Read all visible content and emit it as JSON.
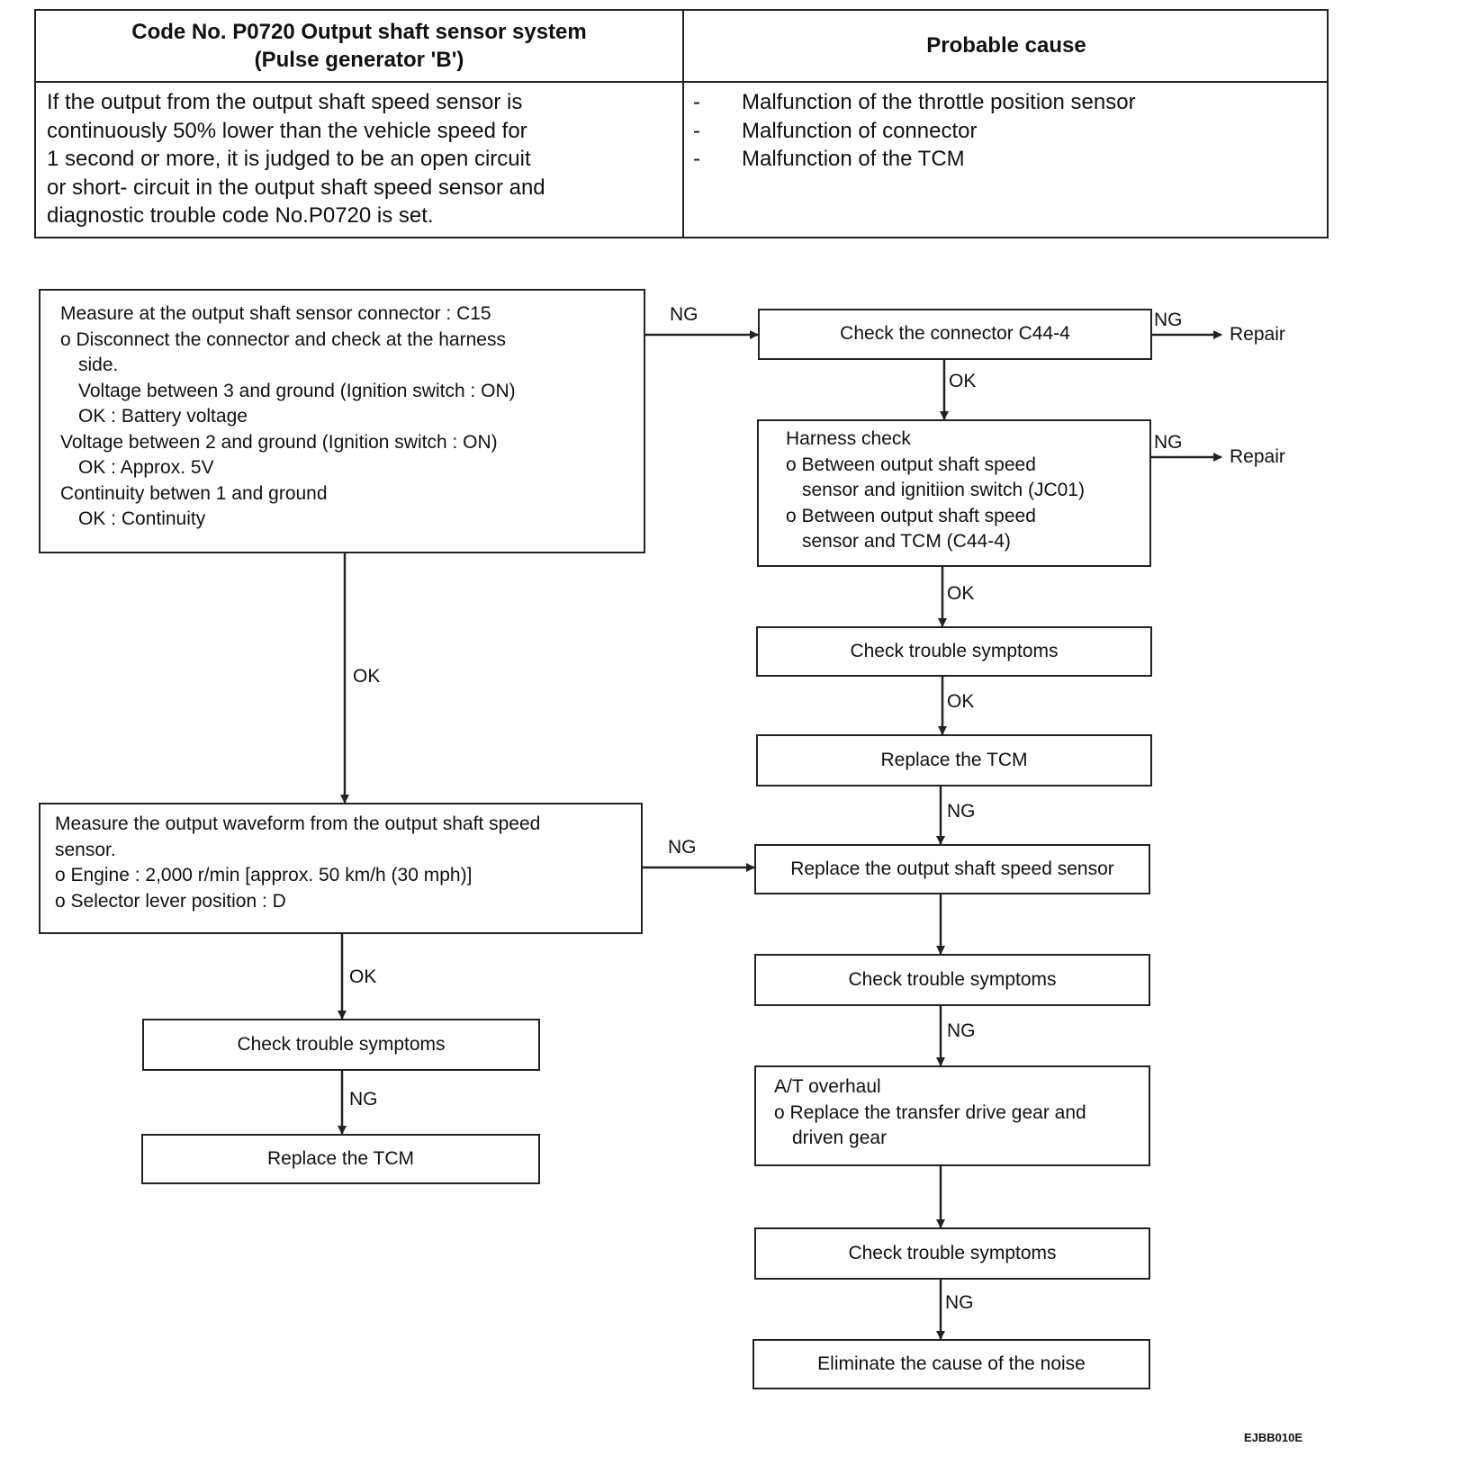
{
  "table": {
    "header_left": [
      "Code No.  P0720 Output shaft sensor system",
      "(Pulse generator 'B')"
    ],
    "header_right": "Probable cause",
    "description": [
      "If the output from the output shaft speed sensor is",
      "continuously 50% lower than the vehicle speed for",
      "1 second or more, it is judged to be an open circuit",
      "or short- circuit in the output shaft speed sensor and",
      "diagnostic trouble code No.P0720 is set."
    ],
    "cause_bullet": "-",
    "causes": [
      "Malfunction of the throttle position sensor",
      "Malfunction of connector",
      "Malfunction of the TCM"
    ]
  },
  "flow": {
    "measure_connector": [
      "Measure at the output shaft sensor connector : C15",
      "o Disconnect the connector and check at the harness",
      "side.",
      "Voltage between 3 and ground (Ignition switch : ON)",
      "OK : Battery voltage",
      "Voltage between 2 and ground (Ignition switch : ON)",
      "OK : Approx. 5V",
      "Continuity betwen 1 and ground",
      "OK : Continuity"
    ],
    "check_connector": "Check the connector C44-4",
    "harness_check": [
      "Harness check",
      "o Between output shaft speed",
      "sensor and ignitiion switch (JC01)",
      "o Between output shaft speed",
      "sensor and TCM (C44-4)"
    ],
    "check_symptoms_r1": "Check trouble symptoms",
    "replace_tcm_r": "Replace the TCM",
    "replace_sensor": "Replace the output shaft speed sensor",
    "check_symptoms_r2": "Check trouble symptoms",
    "at_overhaul": [
      "A/T overhaul",
      "o Replace the transfer drive gear and",
      "driven gear"
    ],
    "check_symptoms_r3": "Check trouble symptoms",
    "eliminate_noise": "Eliminate the cause of the noise",
    "measure_waveform": [
      "Measure the output waveform from the output shaft speed",
      "sensor.",
      "o Engine : 2,000 r/min [approx. 50 km/h (30 mph)]",
      "o Selector lever position : D"
    ],
    "check_symptoms_l": "Check trouble symptoms",
    "replace_tcm_l": "Replace the TCM",
    "labels": {
      "ng": "NG",
      "ok": "OK",
      "repair": "Repair"
    }
  },
  "figure_code": "EJBB010E"
}
